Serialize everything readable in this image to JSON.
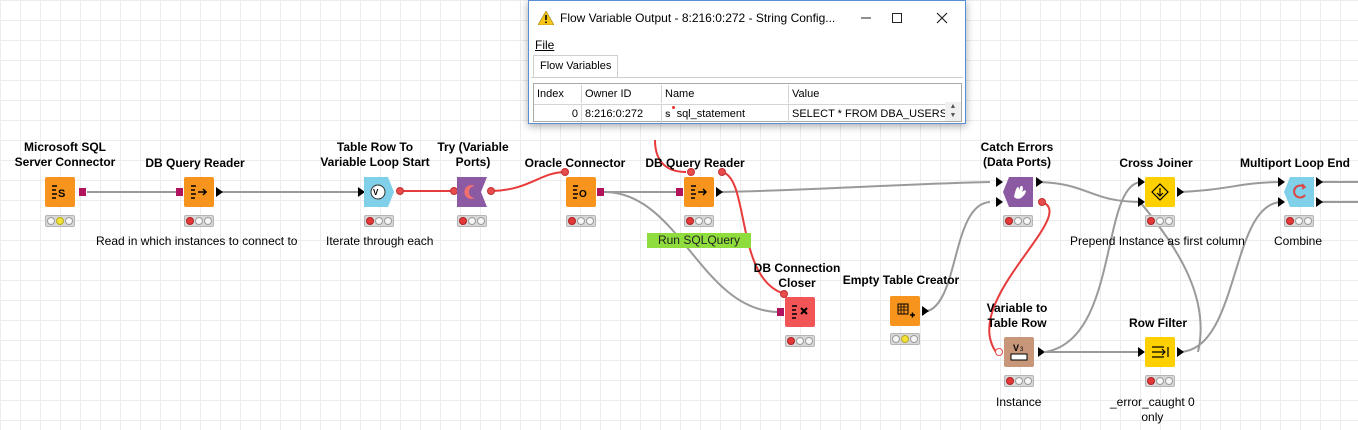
{
  "dialog": {
    "title": "Flow Variable Output - 8:216:0:272 - String Config...",
    "menu_file": "File",
    "tab": "Flow Variables",
    "columns": [
      "Index",
      "Owner ID",
      "Name",
      "Value"
    ],
    "row": {
      "index": "0",
      "owner_id": "8:216:0:272",
      "name": "sql_statement",
      "value": "SELECT * FROM DBA_USERS"
    }
  },
  "nodes": {
    "mssql": {
      "title": "Microsoft SQL\nServer Connector",
      "color": "#f7941d",
      "status": "yellow"
    },
    "dbqr1": {
      "title": "DB Query Reader",
      "color": "#f7941d",
      "status": "red"
    },
    "trtv": {
      "title": "Table Row To\nVariable Loop Start",
      "color": "#7fd0e8",
      "status": "red"
    },
    "try": {
      "title": "Try (Variable\nPorts)",
      "color": "#8c5aa2",
      "status": "red"
    },
    "oracle": {
      "title": "Oracle Connector",
      "color": "#f7941d",
      "status": "red"
    },
    "dbqr2": {
      "title": "DB Query Reader",
      "color": "#f7941d",
      "status": "red"
    },
    "dbclose": {
      "title": "DB Connection\nCloser",
      "color": "#f25555",
      "status": "red"
    },
    "empty": {
      "title": "Empty Table Creator",
      "color": "#f7941d",
      "status": "yellow"
    },
    "catch": {
      "title": "Catch Errors\n(Data Ports)",
      "color": "#8c5aa2",
      "status": "red"
    },
    "v2tr": {
      "title": "Variable to\nTable Row",
      "color": "#c8977a",
      "status": "red"
    },
    "crossjoin": {
      "title": "Cross Joiner",
      "color": "#ffd000",
      "status": "red"
    },
    "rowfilter": {
      "title": "Row Filter",
      "color": "#ffd000",
      "status": "red"
    },
    "mple": {
      "title": "Multiport Loop End",
      "color": "#7fd0e8",
      "status": "red"
    }
  },
  "annotations": {
    "read_instances": "Read in which instances to connect to",
    "iterate": "Iterate through each",
    "run_sql": "Run SQLQuery",
    "prepend": "Prepend Instance as first column",
    "combine": "Combine",
    "instance": "Instance",
    "error_caught": "_error_caught 0\nonly"
  },
  "colors": {
    "flow_var_line": "#e83b3b",
    "data_line": "#9a9a9a",
    "db_port": "#b0145c"
  }
}
